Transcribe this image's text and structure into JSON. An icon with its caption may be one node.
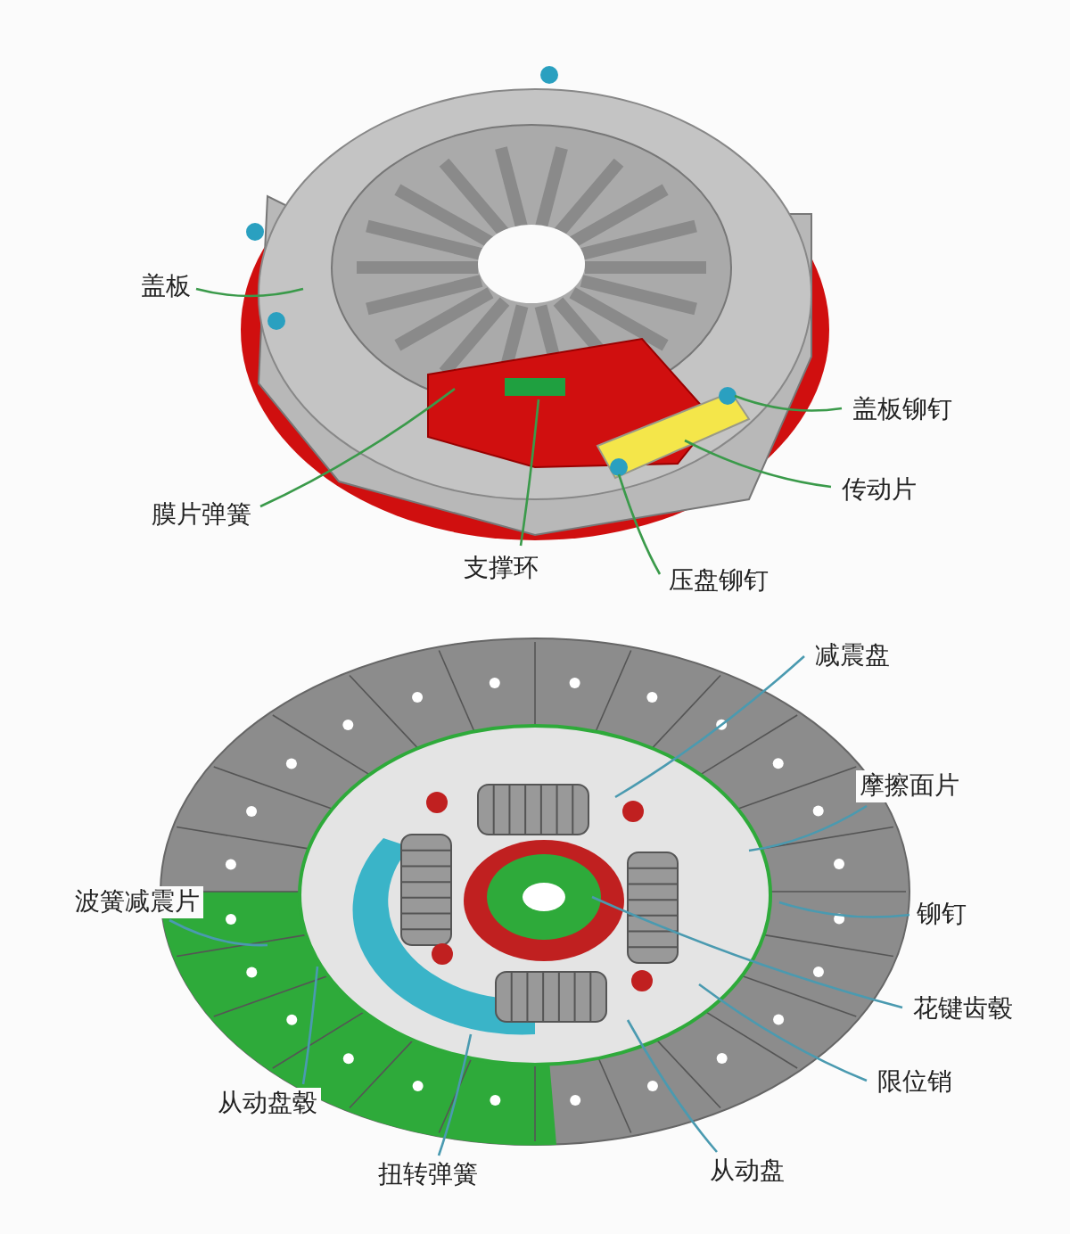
{
  "diagram": {
    "nodes": [
      {
        "text": [
          "盖板"
        ]
      },
      {
        "text": [
          "盖板铆钉"
        ]
      },
      {
        "text": [
          "传动片"
        ]
      },
      {
        "text": [
          "膜片弹簧"
        ]
      },
      {
        "text": [
          "支撑环"
        ]
      },
      {
        "text": [
          "压盘铆钉"
        ]
      },
      {
        "text": [
          "减震盘"
        ]
      },
      {
        "text": [
          "摩擦面片"
        ]
      },
      {
        "text": [
          "波簧减震片"
        ]
      },
      {
        "text": [
          "铆钉"
        ]
      },
      {
        "text": [
          "花键齿毂"
        ]
      },
      {
        "text": [
          "限位销"
        ]
      },
      {
        "text": [
          "从动盘毂"
        ]
      },
      {
        "text": [
          "从动盘"
        ]
      },
      {
        "text": [
          "扭转弹簧"
        ]
      }
    ],
    "edges": [
      {
        "from": 0,
        "to": null,
        "arrow": "none",
        "color": "#3a9a4a"
      },
      {
        "from": 1,
        "to": null,
        "arrow": "none",
        "color": "#3a9a4a"
      },
      {
        "from": 2,
        "to": null,
        "arrow": "none",
        "color": "#3a9a4a"
      },
      {
        "from": 3,
        "to": null,
        "arrow": "none",
        "color": "#3a9a4a"
      },
      {
        "from": 4,
        "to": null,
        "arrow": "none",
        "color": "#3a9a4a"
      },
      {
        "from": 5,
        "to": null,
        "arrow": "none",
        "color": "#3a9a4a"
      },
      {
        "from": 6,
        "to": null,
        "arrow": "none",
        "color": "#4a9ab0"
      },
      {
        "from": 7,
        "to": null,
        "arrow": "none",
        "color": "#4a9ab0"
      },
      {
        "from": 8,
        "to": null,
        "arrow": "none",
        "color": "#4a9ab0"
      },
      {
        "from": 9,
        "to": null,
        "arrow": "none",
        "color": "#4a9ab0"
      },
      {
        "from": 10,
        "to": null,
        "arrow": "none",
        "color": "#4a9ab0"
      },
      {
        "from": 11,
        "to": null,
        "arrow": "none",
        "color": "#4a9ab0"
      },
      {
        "from": 12,
        "to": null,
        "arrow": "none",
        "color": "#4a9ab0"
      },
      {
        "from": 13,
        "to": null,
        "arrow": "none",
        "color": "#4a9ab0"
      },
      {
        "from": 14,
        "to": null,
        "arrow": "none",
        "color": "#4a9ab0"
      }
    ]
  }
}
